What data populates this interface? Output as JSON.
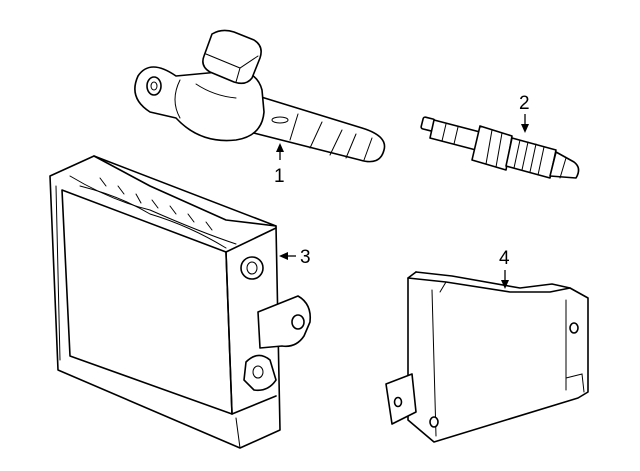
{
  "callouts": [
    {
      "number": "1",
      "part": "ignition-coil"
    },
    {
      "number": "2",
      "part": "spark-plug"
    },
    {
      "number": "3",
      "part": "control-module"
    },
    {
      "number": "4",
      "part": "mounting-bracket"
    }
  ]
}
